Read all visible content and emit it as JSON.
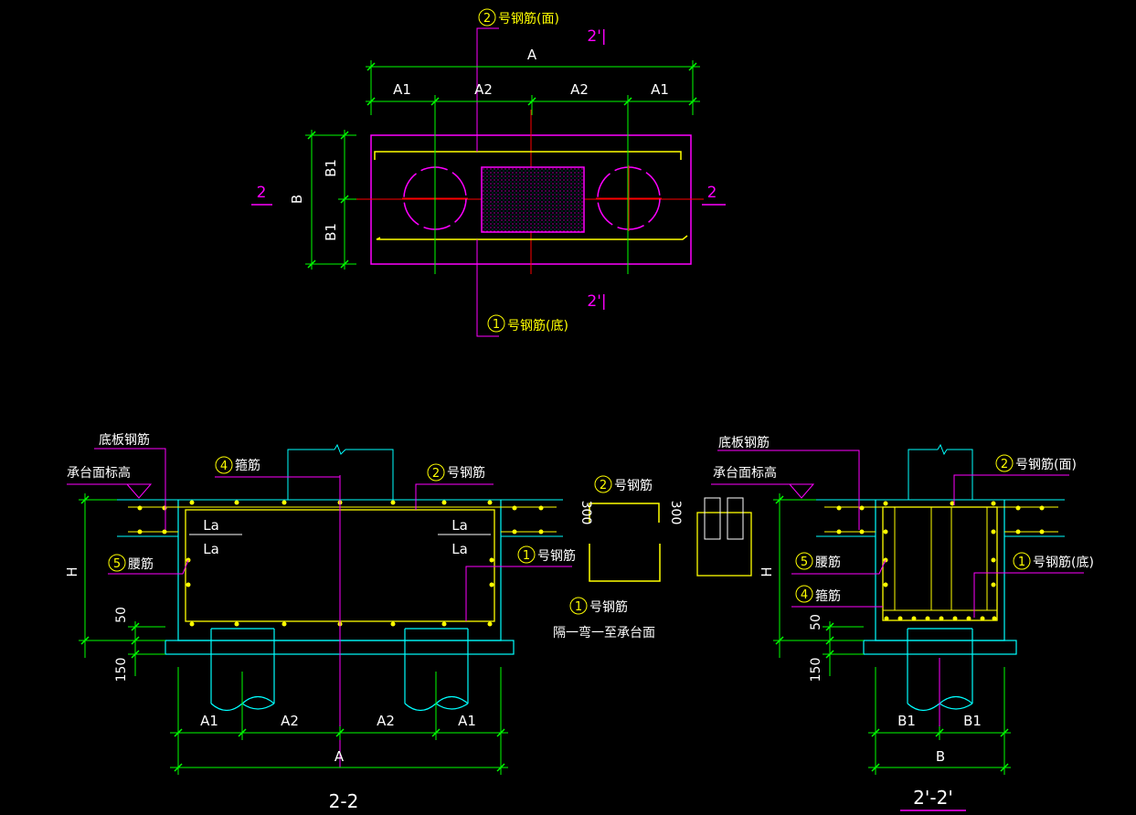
{
  "colors": {
    "background": "#000000",
    "magenta": "#ff00ff",
    "green": "#00ff00",
    "cyan": "#00ffff",
    "yellow": "#ffff00",
    "red": "#ff0000",
    "white": "#ffffff"
  },
  "plan": {
    "title_rebar_top": "号钢筋(面)",
    "title_rebar_top_num": "2",
    "title_rebar_bottom": "号钢筋(底)",
    "title_rebar_bottom_num": "1",
    "dim_A": "A",
    "dim_A1_left": "A1",
    "dim_A2_left": "A2",
    "dim_A2_right": "A2",
    "dim_A1_right": "A1",
    "dim_B": "B",
    "dim_B1_top": "B1",
    "dim_B1_bottom": "B1",
    "section_2_left": "2",
    "section_2_right": "2",
    "section_2p_top": "2'|",
    "section_2p_bottom": "2'|"
  },
  "section22": {
    "title": "2-2",
    "label_slab_rebar": "底板钢筋",
    "label_elevation": "承台面标高",
    "label_stirrup_num": "4",
    "label_stirrup": "箍筋",
    "label_rebar2_num": "2",
    "label_rebar2": "号钢筋",
    "label_waist_num": "5",
    "label_waist": "腰筋",
    "label_rebar1_num": "1",
    "label_rebar1": "号钢筋",
    "la_1": "La",
    "la_2": "La",
    "la_3": "La",
    "la_4": "La",
    "dim_H": "H",
    "dim_50": "50",
    "dim_150": "150",
    "dim_A1_left": "A1",
    "dim_A2_left": "A2",
    "dim_A2_right": "A2",
    "dim_A1_right": "A1",
    "dim_A": "A"
  },
  "detail": {
    "label_rebar2_num": "2",
    "label_rebar2": "号钢筋",
    "dim_300_left": "300",
    "dim_300_right": "300",
    "label_rebar1_num": "1",
    "label_rebar1": "号钢筋",
    "note": "隔一弯一至承台面"
  },
  "section2p": {
    "title": "2'-2'",
    "label_slab_rebar": "底板钢筋",
    "label_elevation": "承台面标高",
    "label_rebar2_num": "2",
    "label_rebar2": "号钢筋(面)",
    "label_waist_num": "5",
    "label_waist": "腰筋",
    "label_rebar1_num": "1",
    "label_rebar1": "号钢筋(底)",
    "label_stirrup_num": "4",
    "label_stirrup": "箍筋",
    "dim_H": "H",
    "dim_50": "50",
    "dim_150": "150",
    "dim_B1_left": "B1",
    "dim_B1_right": "B1",
    "dim_B": "B"
  }
}
